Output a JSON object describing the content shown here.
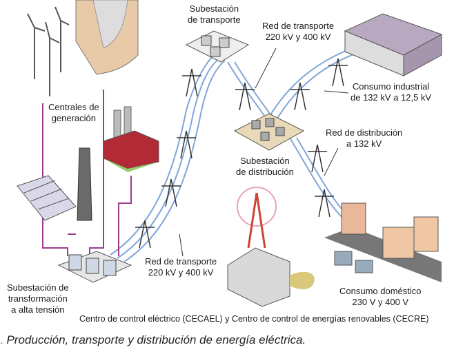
{
  "labels": {
    "generation": [
      "Centrales de",
      "generación"
    ],
    "transport_substation": [
      "Subestación",
      "de transporte"
    ],
    "transport_network_top": [
      "Red de transporte",
      "220 kV y 400 kV"
    ],
    "industrial": [
      "Consumo industrial",
      "de 132 kV a 12,5 kV"
    ],
    "distribution_network": [
      "Red de distribución",
      "a 132 kV"
    ],
    "distribution_substation": [
      "Subestación",
      "de distribución"
    ],
    "transport_network_bottom": [
      "Red de transporte",
      "220 kV y 400 kV"
    ],
    "high_voltage_substation": [
      "Subestación de",
      "transformación",
      "a alta tensión"
    ],
    "domestic": [
      "Consumo doméstico",
      "230 V y 400 V"
    ],
    "control_center": "Centro de control eléctrico (CECAEL) y Centro de control de energías renovables (CECRE)"
  },
  "caption": {
    "bullet": ".",
    "text": "Producción, transporte y distribución de energía eléctrica."
  },
  "colors": {
    "line": "#7fa6d9",
    "connector": "#9b3c8f",
    "accent": "#1aa39a"
  }
}
